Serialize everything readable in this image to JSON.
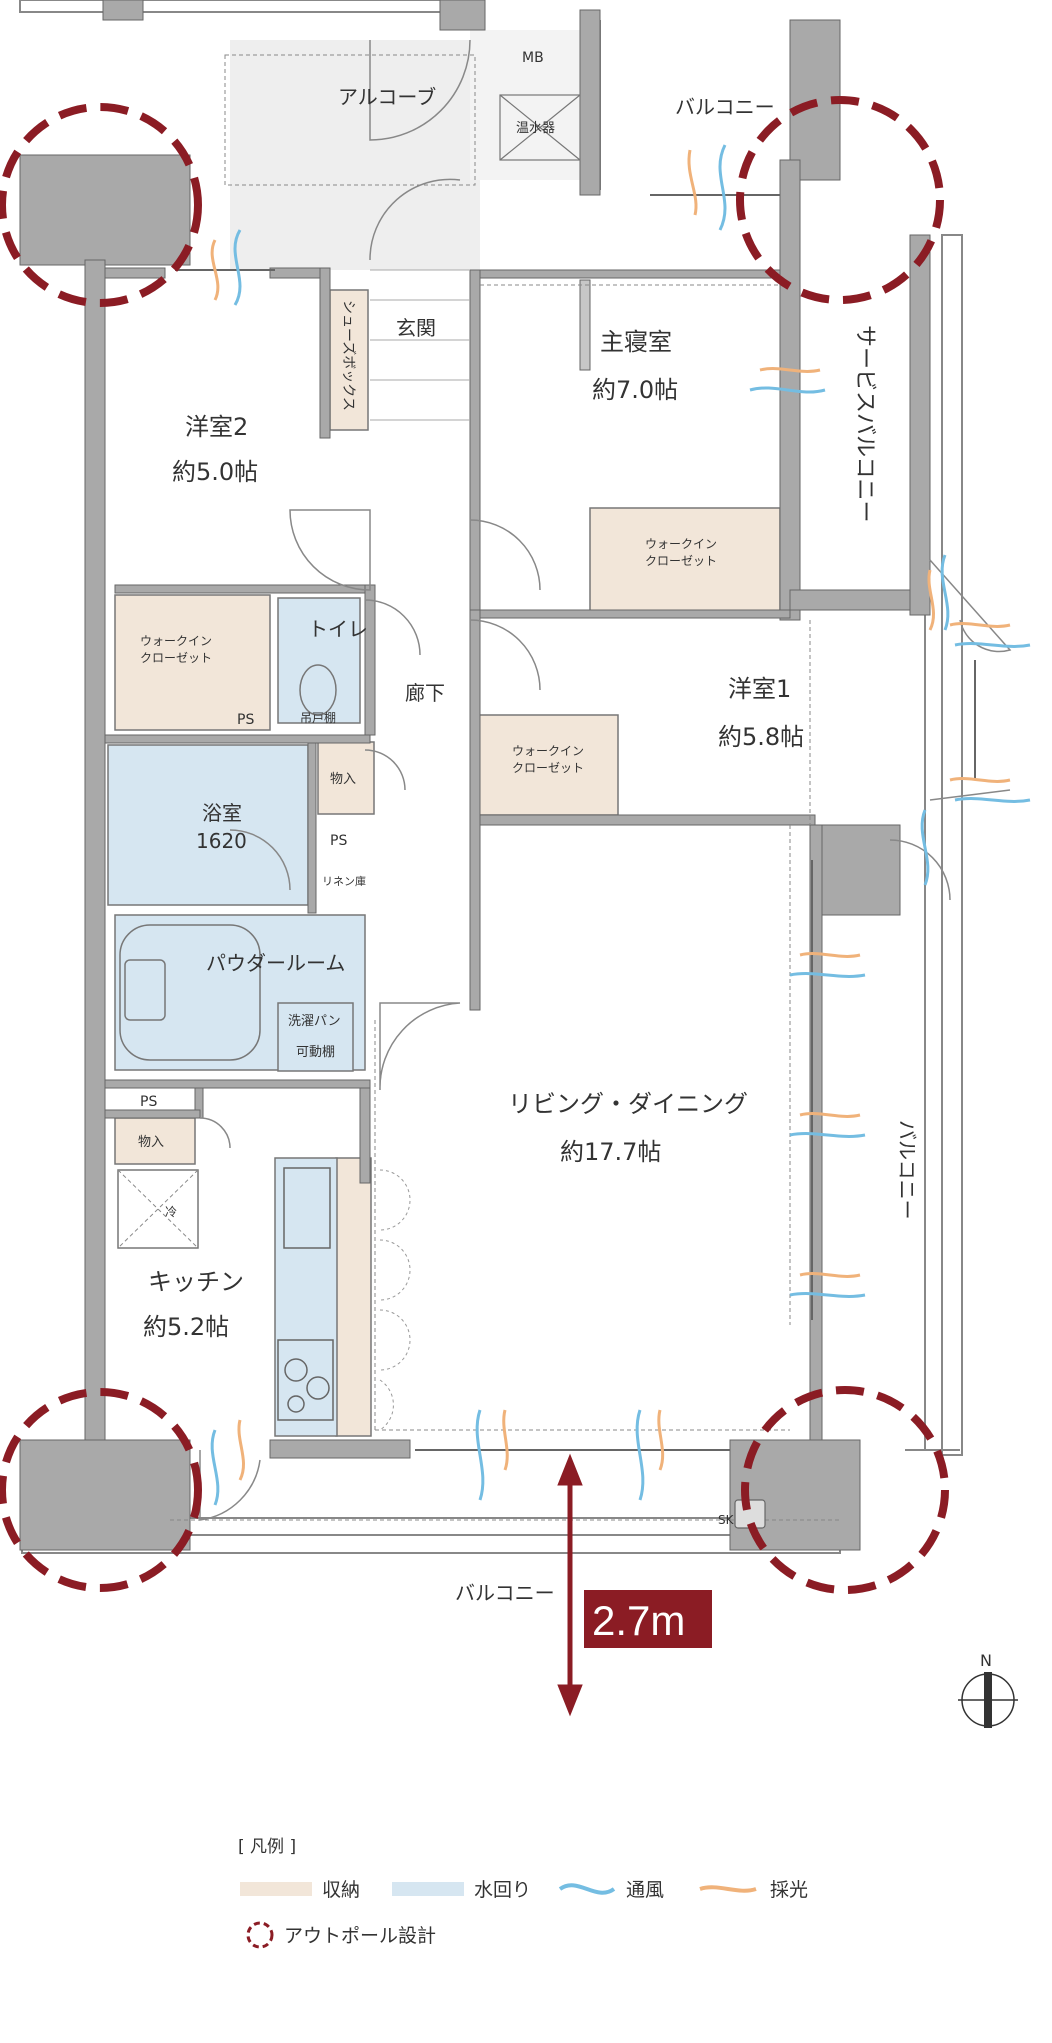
{
  "rooms": {
    "alcove": "アルコーブ",
    "mb": "MB",
    "water_heater": "温水器",
    "balcony_north": "バルコニー",
    "master_bedroom": {
      "name": "主寝室",
      "size": "約7.0帖"
    },
    "entrance": "玄関",
    "shoe_box": "シューズボックス",
    "service_balcony": "サービスバルコニー",
    "western2": {
      "name": "洋室2",
      "size": "約5.0帖"
    },
    "wic_master": [
      "ウォークイン",
      "クローゼット"
    ],
    "wic_w2": [
      "ウォークイン",
      "クローゼット"
    ],
    "toilet": "トイレ",
    "tsuruto": "吊戸棚",
    "ps1": "PS",
    "hallway": "廊下",
    "western1": {
      "name": "洋室1",
      "size": "約5.8帖"
    },
    "wic_w1": [
      "ウォークイン",
      "クローゼット"
    ],
    "bath": {
      "name": "浴室",
      "size": "1620"
    },
    "storage1": "物入",
    "ps2": "PS",
    "linen": "リネン庫",
    "powder": "パウダールーム",
    "laundry_pan": "洗濯パン",
    "movable_shelf": "可動棚",
    "ps3": "PS",
    "storage2": "物入",
    "fridge": "冷",
    "kitchen": {
      "name": "キッチン",
      "size": "約5.2帖"
    },
    "living": {
      "name": "リビング・ダイニング",
      "size": "約17.7帖"
    },
    "balcony_east": "バルコニー",
    "balcony_south": "バルコニー",
    "sk": "SK"
  },
  "dimension": "2.7m",
  "compass": "N",
  "legend": {
    "title": "[ 凡例 ]",
    "storage": "収納",
    "water": "水回り",
    "ventilation": "通風",
    "lighting": "採光",
    "outpole": "アウトポール設計"
  },
  "colors": {
    "storage": "#f2e6d9",
    "water": "#d6e6f1",
    "wall": "#a9a9a9",
    "outpole": "#8b1c24",
    "ventilation": "#74bde2",
    "lighting": "#f0b27a"
  }
}
